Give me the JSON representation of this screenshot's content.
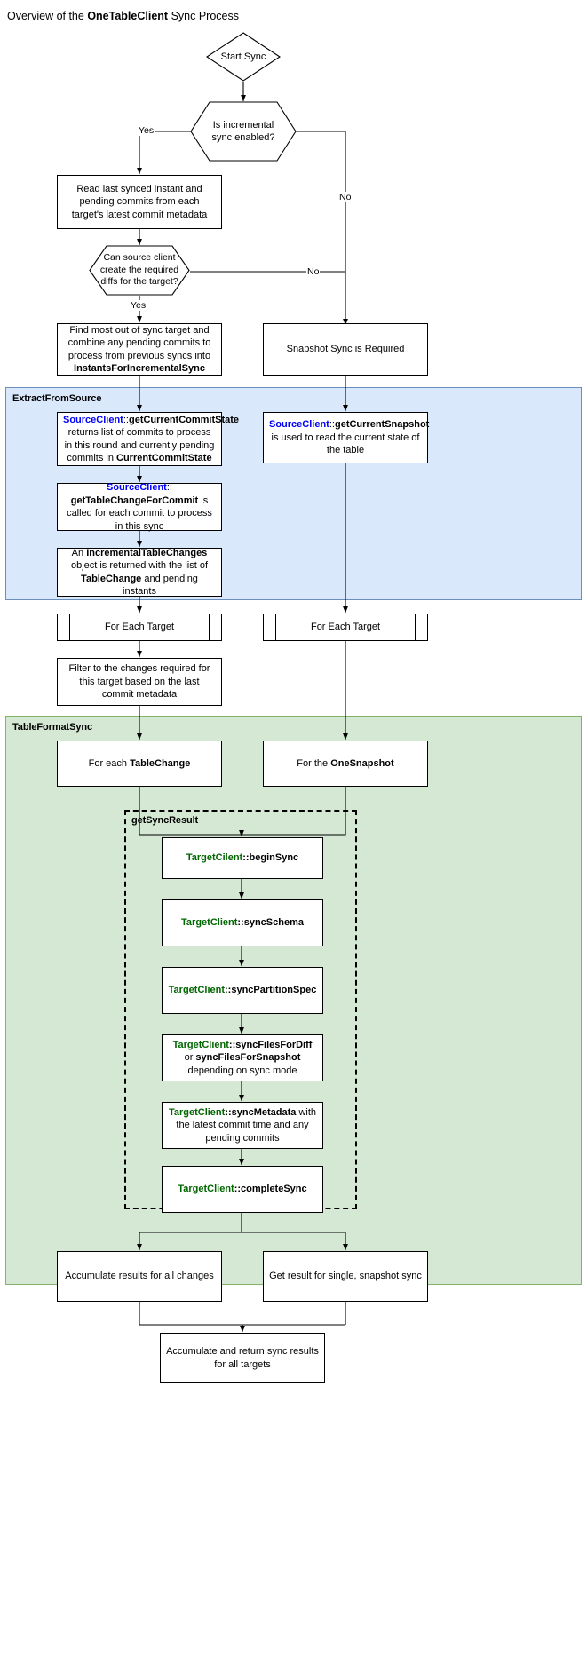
{
  "title": {
    "prefix": "Overview of the ",
    "emphasis": "OneTableClient",
    "suffix": " Sync Process"
  },
  "colors": {
    "extract_lane_fill": "#dae8fc",
    "extract_lane_stroke": "#6c8ebf",
    "tableformat_lane_fill": "#d5e8d4",
    "tableformat_lane_stroke": "#82b366",
    "source_client_text": "#0000ff",
    "target_client_text": "#006600",
    "node_fill": "#ffffff",
    "node_stroke": "#000000"
  },
  "lanes": {
    "extract_from_source": "ExtractFromSource",
    "table_format_sync": "TableFormatSync",
    "get_sync_result": "getSyncResult"
  },
  "edge_labels": {
    "incremental_yes": "Yes",
    "incremental_no": "No",
    "diffs_no": "No",
    "diffs_yes": "Yes"
  },
  "nodes": {
    "start": "Start Sync",
    "incremental_decision": "Is incremental sync enabled?",
    "read_last_synced": "Read last synced instant and pending commits from each target's latest commit metadata",
    "can_create_diffs": "Can source client create the required diffs for the target?",
    "find_out_of_sync": {
      "line1": "Find most out of sync target and combine any pending commits to process from previous syncs into ",
      "bold1": "InstantsForIncrementalSync"
    },
    "snapshot_required": "Snapshot Sync is Required",
    "get_current_commit_state": {
      "client": "SourceClient",
      "sep": "::",
      "method": "getCurrentCommitState",
      "body": " returns list of commits to process in this round and currently pending commits in ",
      "bold_tail": "CurrentCommitState"
    },
    "get_current_snapshot": {
      "client": "SourceClient",
      "sep": "::",
      "method": "getCurrentSnapshot",
      "body": " is used to read the current state of the table"
    },
    "get_table_change_for_commit": {
      "client": "SourceClient",
      "sep": "::",
      "method": "getTableChangeForCommit",
      "body": " is called for each commit to process in this sync"
    },
    "incremental_table_changes": {
      "pre": "An ",
      "bold1": "IncrementalTableChanges",
      "mid": " object is returned with the list of ",
      "bold2": "TableChange",
      "post": " and pending instants"
    },
    "for_each_target_left": "For Each Target",
    "for_each_target_right": "For Each Target",
    "filter_changes": "Filter to the changes required for this target based on the last commit metadata",
    "for_each_table_change": {
      "pre": "For each ",
      "bold": "TableChange"
    },
    "for_the_one_snapshot": {
      "pre": "For the ",
      "bold": "OneSnapshot"
    },
    "begin_sync": {
      "client": "TargetCilent",
      "sep": "::",
      "method": "beginSync"
    },
    "sync_schema": {
      "client": "TargetClient",
      "sep": "::",
      "method": "syncSchema"
    },
    "sync_partition_spec": {
      "client": "TargetClient",
      "sep": "::",
      "method": "syncPartitionSpec"
    },
    "sync_files": {
      "client": "TargetClient",
      "sep": "::",
      "method": "syncFilesForDiff",
      "mid": " or ",
      "bold2": "syncFilesForSnapshot",
      "post": " depending on sync mode"
    },
    "sync_metadata": {
      "client": "TargetClient",
      "sep": "::",
      "method": "syncMetadata",
      "post": " with the latest commit time and any pending commits"
    },
    "complete_sync": {
      "client": "TargetClient",
      "sep": "::",
      "method": "completeSync"
    },
    "accumulate_results": "Accumulate results for all changes",
    "get_result_single": "Get result for single, snapshot sync",
    "accumulate_and_return": "Accumulate and return sync results for all targets"
  }
}
